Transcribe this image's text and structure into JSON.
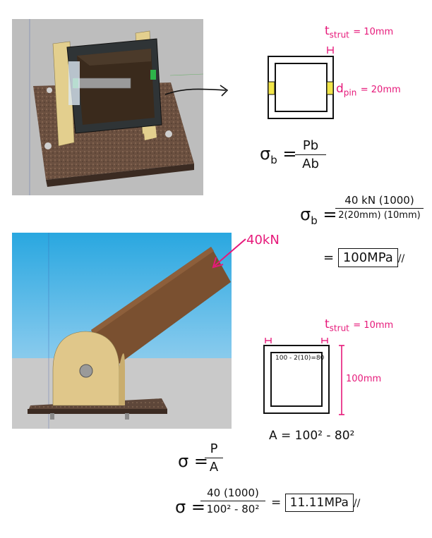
{
  "colors": {
    "annotation": "#e6197a",
    "ink": "#111111"
  },
  "top_section": {
    "t_strut": "t",
    "t_strut_sub": "strut",
    "t_strut_value": "= 10mm",
    "d_pin": "d",
    "d_pin_sub": "pin",
    "d_pin_value": "= 20mm",
    "sigma_b": "σ",
    "sigma_b_sub": "b",
    "eq1_num": "Pb",
    "eq1_den": "Ab",
    "eq2_num": "40 kN (1000)",
    "eq2_den": "2(20mm) (10mm)",
    "eq3_result": "100MPa"
  },
  "bottom_section": {
    "force_label": "40kN",
    "t_strut": "t",
    "t_strut_sub": "strut",
    "t_strut_value": "= 10mm",
    "inner_dim": "100 - 2(10)=80",
    "outer_dim": "100mm",
    "area_eq": "A = 100² - 80²",
    "sigma": "σ",
    "eq1_num": "P",
    "eq1_den": "A",
    "eq2_num": "40 (1000)",
    "eq2_den": "100² - 80²",
    "eq2_result": "11.11MPa"
  }
}
